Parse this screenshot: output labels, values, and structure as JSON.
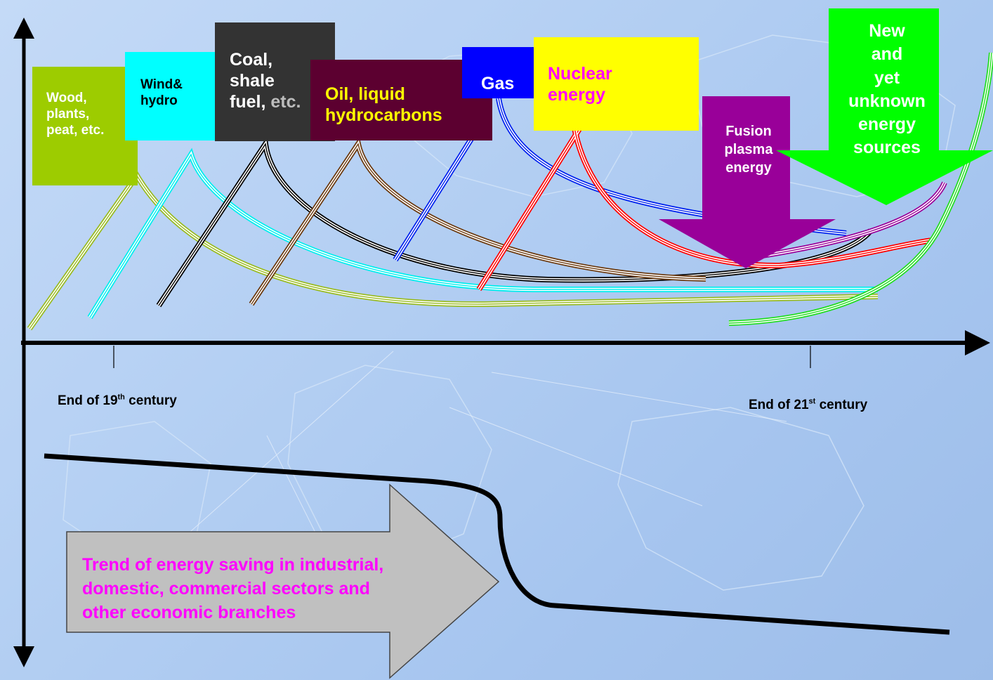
{
  "axes": {
    "tick_left": {
      "text": "End of 19",
      "sup": "th",
      "suffix": " century"
    },
    "tick_right": {
      "text": "End of 21",
      "sup": "st",
      "suffix": " century"
    }
  },
  "sources": [
    {
      "id": "wood",
      "label": "Wood,\nplants,\npeat, etc.",
      "bg": "#9dcc00",
      "fg": "#ffffff",
      "line": "#99bb22"
    },
    {
      "id": "wind",
      "label": "Wind&\nhydro",
      "bg": "#00ffff",
      "fg": "#000000",
      "line": "#00eeee"
    },
    {
      "id": "coal",
      "label": "Coal,\nshale\nfuel,",
      "label_extra": " etc.",
      "bg": "#333333",
      "fg": "#ffffff",
      "fg_extra": "#bdbdbd",
      "line": "#000000"
    },
    {
      "id": "oil",
      "label": "Oil, liquid\nhydrocarbons",
      "bg": "#5c0030",
      "fg": "#ffff00",
      "line": "#6b3a10"
    },
    {
      "id": "gas",
      "label": "Gas",
      "bg": "#0000ff",
      "fg": "#ffffff",
      "line": "#0022ee"
    },
    {
      "id": "nuclear",
      "label": "Nuclear\nenergy",
      "bg": "#ffff00",
      "fg": "#ff00ff",
      "line": "#ff0000"
    },
    {
      "id": "fusion",
      "label": "Fusion\nplasma\nenergy",
      "bg": "#990099",
      "fg": "#ffffff",
      "line": "#990099"
    },
    {
      "id": "new",
      "label": "New\nand\nyet\nunknown\nenergy\nsources",
      "bg": "#00ff00",
      "fg": "#ffffff",
      "line": "#22dd22"
    }
  ],
  "trend": {
    "label": "Trend of energy saving in industrial,\ndomestic, commercial sectors and\nother economic branches",
    "bg": "#c0c0c0",
    "fg": "#ff00ff",
    "line": "#000000"
  }
}
